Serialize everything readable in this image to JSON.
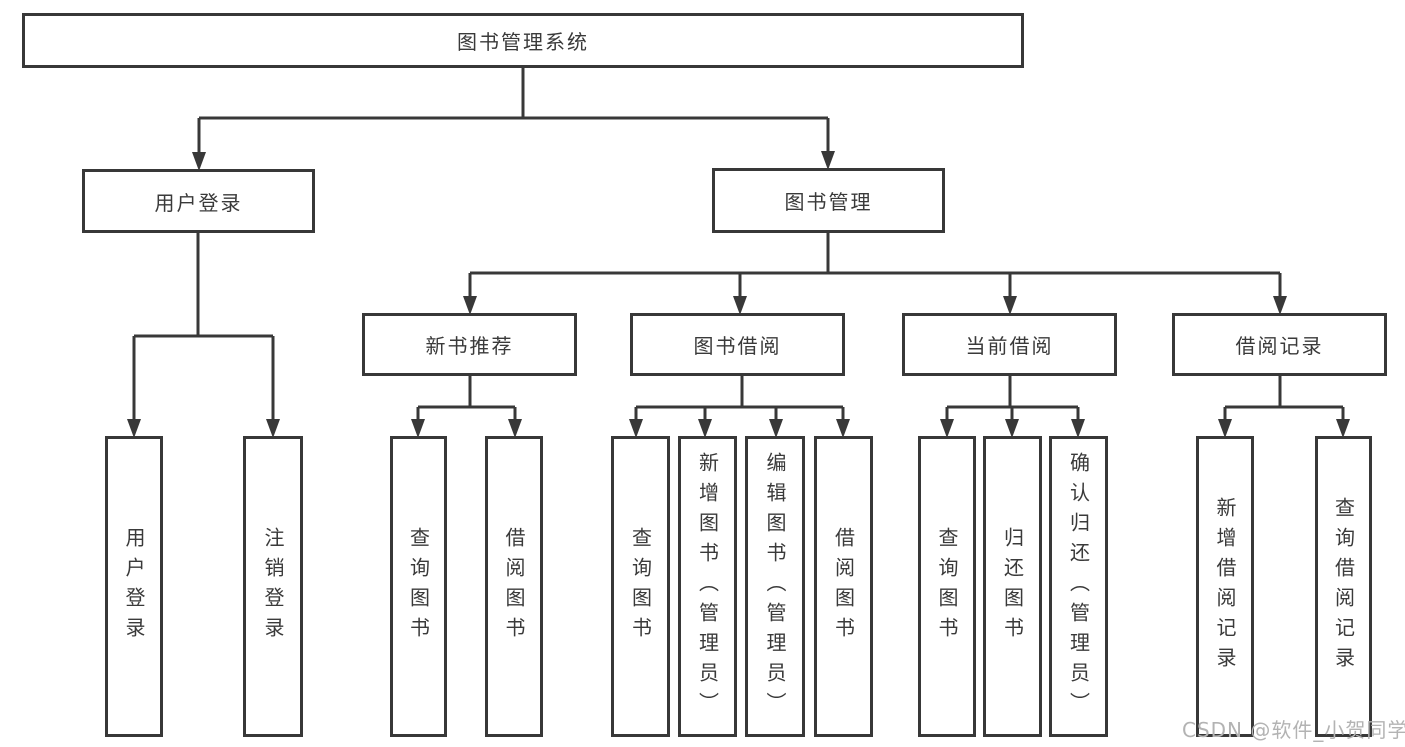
{
  "diagram": {
    "type": "tree",
    "root": "图书管理系统",
    "children": [
      {
        "label": "用户登录",
        "children": [
          "用户登录",
          "注销登录"
        ]
      },
      {
        "label": "图书管理",
        "children": [
          {
            "label": "新书推荐",
            "children": [
              "查询图书",
              "借阅图书"
            ]
          },
          {
            "label": "图书借阅",
            "children": [
              "查询图书",
              "新增图书（管理员）",
              "编辑图书（管理员）",
              "借阅图书"
            ]
          },
          {
            "label": "当前借阅",
            "children": [
              "查询图书",
              "归还图书",
              "确认归还（管理员）"
            ]
          },
          {
            "label": "借阅记录",
            "children": [
              "新增借阅记录",
              "查询借阅记录"
            ]
          }
        ]
      }
    ]
  },
  "watermark": {
    "text": "CSDN @软件_小贺同学"
  },
  "colors": {
    "line": "#383838",
    "box_border": "#383838",
    "text": "#3a3a3a",
    "watermark": "#b3b3b3",
    "background": "#ffffff"
  }
}
